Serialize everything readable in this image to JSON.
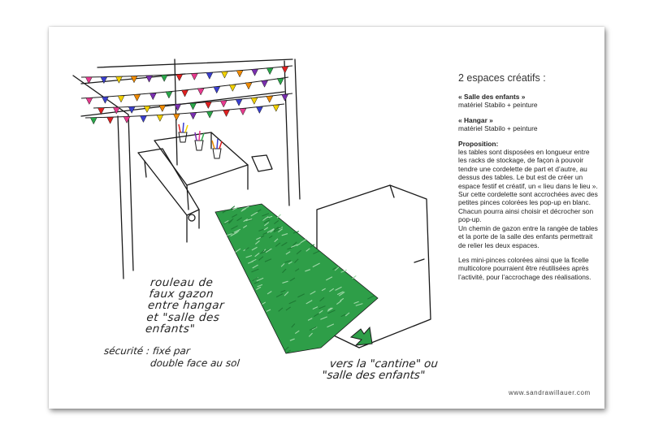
{
  "sketch": {
    "caption_lines": [
      "rouleau de",
      "faux gazon",
      "entre hangar",
      "et \"salle des",
      "enfants\""
    ],
    "security_label": "sécurité :",
    "security_line1": "fixé par",
    "security_line2": "double face au sol",
    "direction_line1": "vers la \"cantine\" ou",
    "direction_line2": "\"salle des enfants\"",
    "grass_color": "#2e9e48",
    "arrow_color": "#2e9e48",
    "pennant_colors": [
      "#e83a8f",
      "#3a3fd0",
      "#f2d100",
      "#f08a00",
      "#7a2fb0",
      "#2aa84a",
      "#e02020"
    ]
  },
  "text": {
    "title": "2 espaces créatifs :",
    "salle_heading": "« Salle des enfants »",
    "salle_body": "matériel Stabilo + peinture",
    "hangar_heading": "« Hangar »",
    "hangar_body": "matériel Stabilo + peinture",
    "prop_heading": "Proposition:",
    "prop_p1": "les tables sont disposées en longueur entre les racks de stockage, de façon à pouvoir tendre une cordelette de part et d’autre, au dessus des tables. Le but est de créer un espace festif et créatif, un « lieu dans le lieu ».",
    "prop_p2": "Sur cette cordelette sont accrochées avec des petites pinces colorées les pop-up en blanc. Chacun pourra ainsi choisir et décrocher son pop-up.",
    "prop_p3": "Un chemin de gazon entre la rangée de tables et la porte de la salle des enfants permettrait de relier les deux espaces.",
    "mini_p": "Les mini-pinces colorées ainsi que la ficelle multicolore pourraient être réutilisées après l’activité, pour l’accrochage des réalisations."
  },
  "footer": {
    "website": "www.sandrawillauer.com"
  }
}
